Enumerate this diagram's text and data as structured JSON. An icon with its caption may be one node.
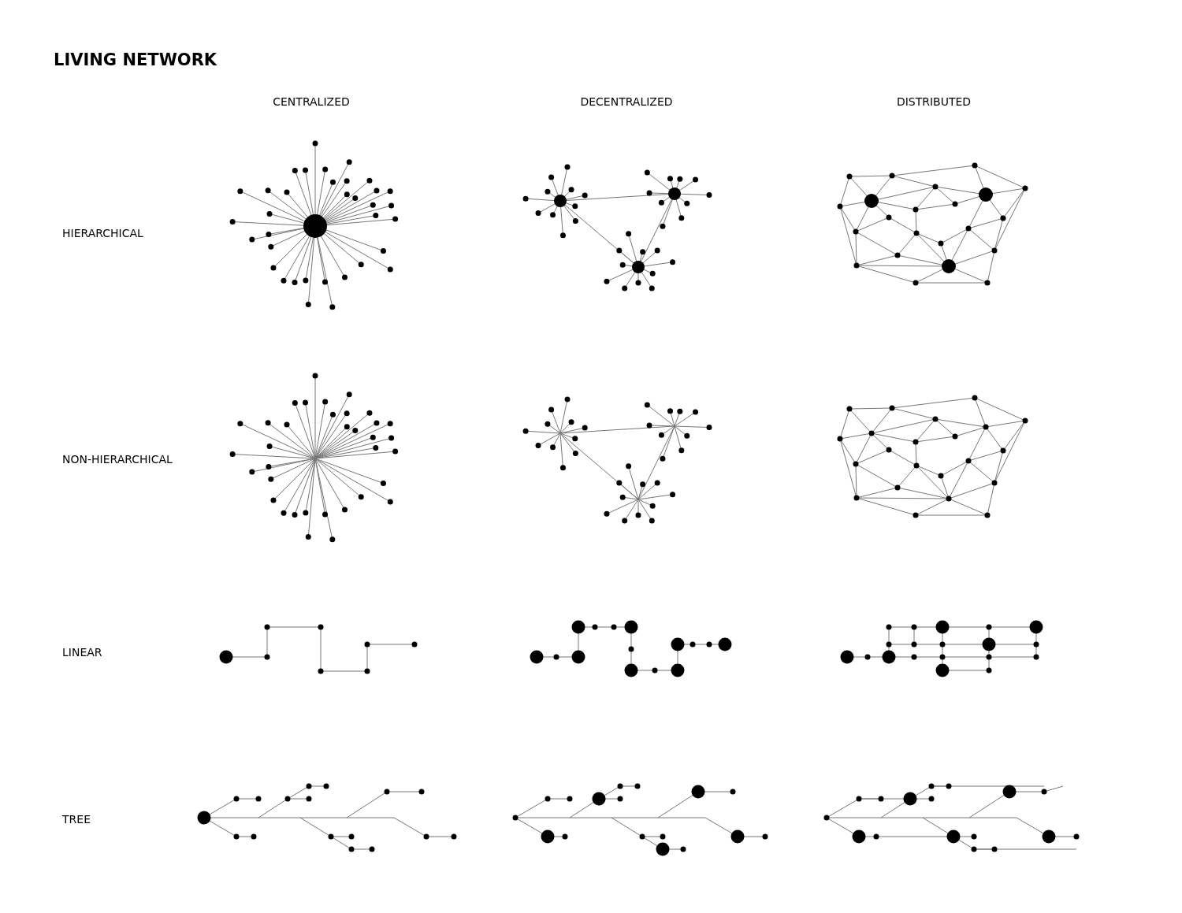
{
  "diagram": {
    "title": "LIVING NETWORK",
    "labels": [
      "CENTRALIZED",
      "DECENTRALIZED",
      "DISTRIBUTED",
      "HIERARCHICAL",
      "NON-HIERARCHICAL",
      "LINEAR",
      "TREE"
    ]
  }
}
